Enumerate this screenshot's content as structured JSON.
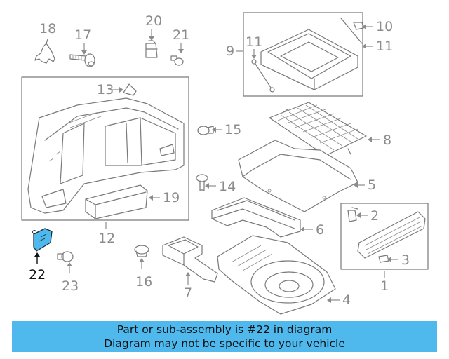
{
  "labels": {
    "p1": "1",
    "p2": "2",
    "p3": "3",
    "p4": "4",
    "p5": "5",
    "p6": "6",
    "p7": "7",
    "p8": "8",
    "p9": "9",
    "p10": "10",
    "p11a": "11",
    "p11b": "11",
    "p12": "12",
    "p13": "13",
    "p14": "14",
    "p15": "15",
    "p16": "16",
    "p17": "17",
    "p18": "18",
    "p19": "19",
    "p20": "20",
    "p21": "21",
    "p22": "22",
    "p23": "23"
  },
  "highlight": {
    "part": "22",
    "color": "#4fb8ec"
  },
  "banner": {
    "line1": "Part or sub-assembly is #22 in diagram",
    "line2": "Diagram may not be specific to your vehicle",
    "color": "#4fb8ec"
  }
}
